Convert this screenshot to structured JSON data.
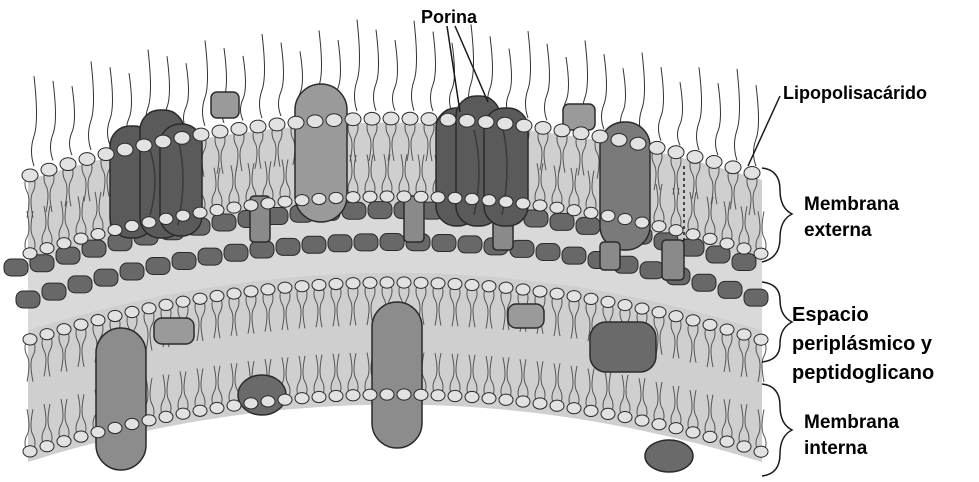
{
  "labels": {
    "porina": "Porina",
    "lipopolisacarido": "Lipopolisacárido",
    "membrana_externa": [
      "Membrana",
      "externa"
    ],
    "espacio_periplasmico": [
      "Espacio",
      "periplásmico y",
      "peptidoglicano"
    ],
    "membrana_interna": [
      "Membrana",
      "interna"
    ]
  },
  "colors": {
    "membrane_band": "#cfcfcf",
    "phospholipid_head": "#e2e2e2",
    "outline": "#2a2a2a",
    "porin": "#5a5a5a",
    "protein_light": "#9a9a9a",
    "protein_medium": "#7a7a7a",
    "peptidoglycan": "#686868"
  }
}
